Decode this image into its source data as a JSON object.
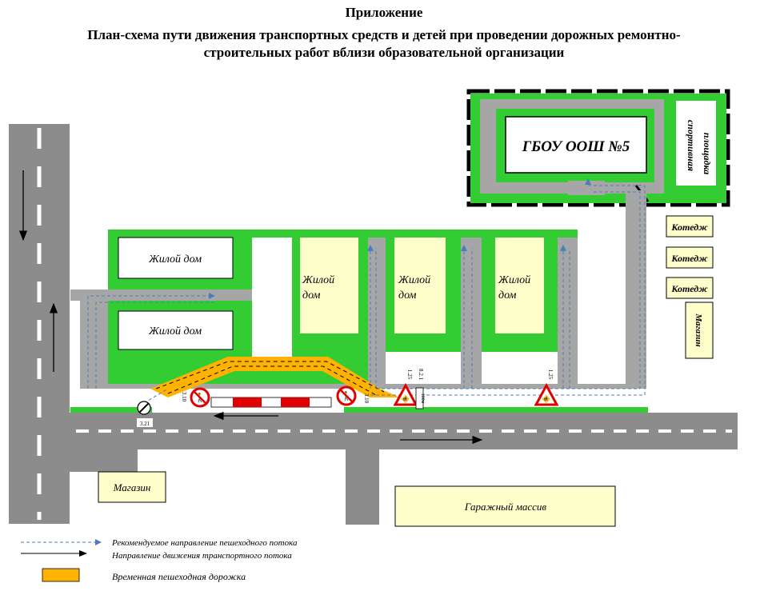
{
  "header": {
    "appendix": "Приложение",
    "title_line1": "План-схема пути движения транспортных средств и детей при проведении дорожных ремонтно-",
    "title_line2": "строительных работ вблизи образовательной организации"
  },
  "school": {
    "name": "ГБОУ ООШ №5",
    "sport_word1": "спортивная",
    "sport_word2": "площадка"
  },
  "buildings": {
    "house": "Жилой дом",
    "house_word1": "Жилой",
    "house_word2": "дом",
    "cottage": "Котедж",
    "shop": "Магазин",
    "garages": "Гаражный массив"
  },
  "signs": {
    "s321": "3.21",
    "s310a": "3.10",
    "s310b": "3.10",
    "s125a": "1.25",
    "s821": "8.2.1",
    "s125b": "1.25",
    "dist": "100м"
  },
  "legend": {
    "pedestrian_flow": "Рекомендуемое направление пешеходного потока",
    "traffic_flow": "Направление движения транспортного потока",
    "temp_walkway": "Временная пешеходная дорожка"
  },
  "colors": {
    "grass": "#33cc33",
    "road": "#8c8c8c",
    "path": "#a6a6a6",
    "building": "#ffffcc",
    "walkway": "#ffb300",
    "flow": "#4a7ebb"
  }
}
